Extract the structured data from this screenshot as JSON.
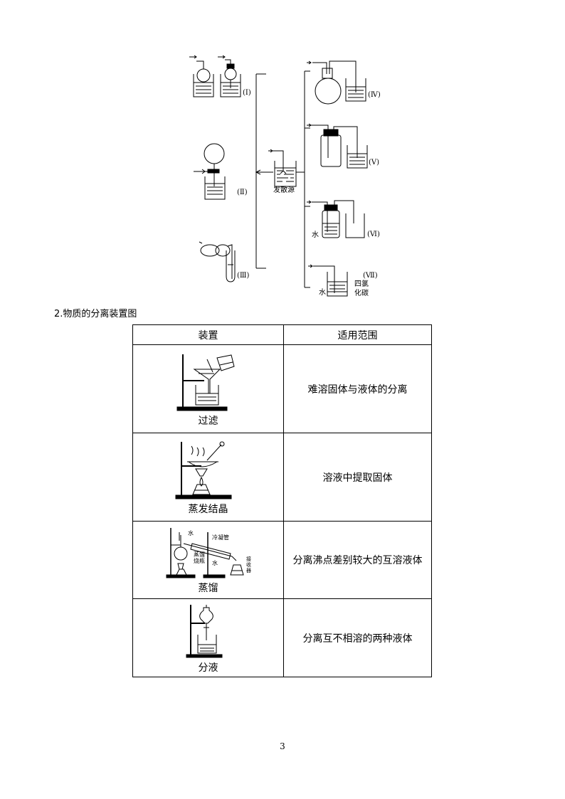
{
  "diagram": {
    "labels": {
      "I": "(Ⅰ)",
      "II": "(Ⅱ)",
      "III": "(Ⅲ)",
      "IV": "(Ⅳ)",
      "V": "(Ⅴ)",
      "VI": "(Ⅵ)",
      "VII": "(Ⅶ)",
      "source": "发散源",
      "water_vi": "水",
      "water_vii": "水",
      "ccl4_line1": "四氯",
      "ccl4_line2": "化碳"
    }
  },
  "section": {
    "heading": "2.物质的分离装置图"
  },
  "table": {
    "headers": [
      "装置",
      "适用范围"
    ],
    "rows": [
      {
        "apparatus": "过滤",
        "scope": "难溶固体与液体的分离"
      },
      {
        "apparatus": "蒸发结晶",
        "scope": "溶液中提取固体"
      },
      {
        "apparatus": "蒸馏",
        "scope": "分离沸点差别较大的互溶液体",
        "figure_labels": {
          "water_in": "水",
          "condenser": "冷凝管",
          "water_out": "水",
          "flask_1": "蒸馏",
          "flask_2": "烧瓶",
          "receiver_1": "接",
          "receiver_2": "收",
          "receiver_3": "器"
        }
      },
      {
        "apparatus": "分液",
        "scope": "分离互不相溶的两种液体"
      }
    ]
  },
  "page_number": "3"
}
